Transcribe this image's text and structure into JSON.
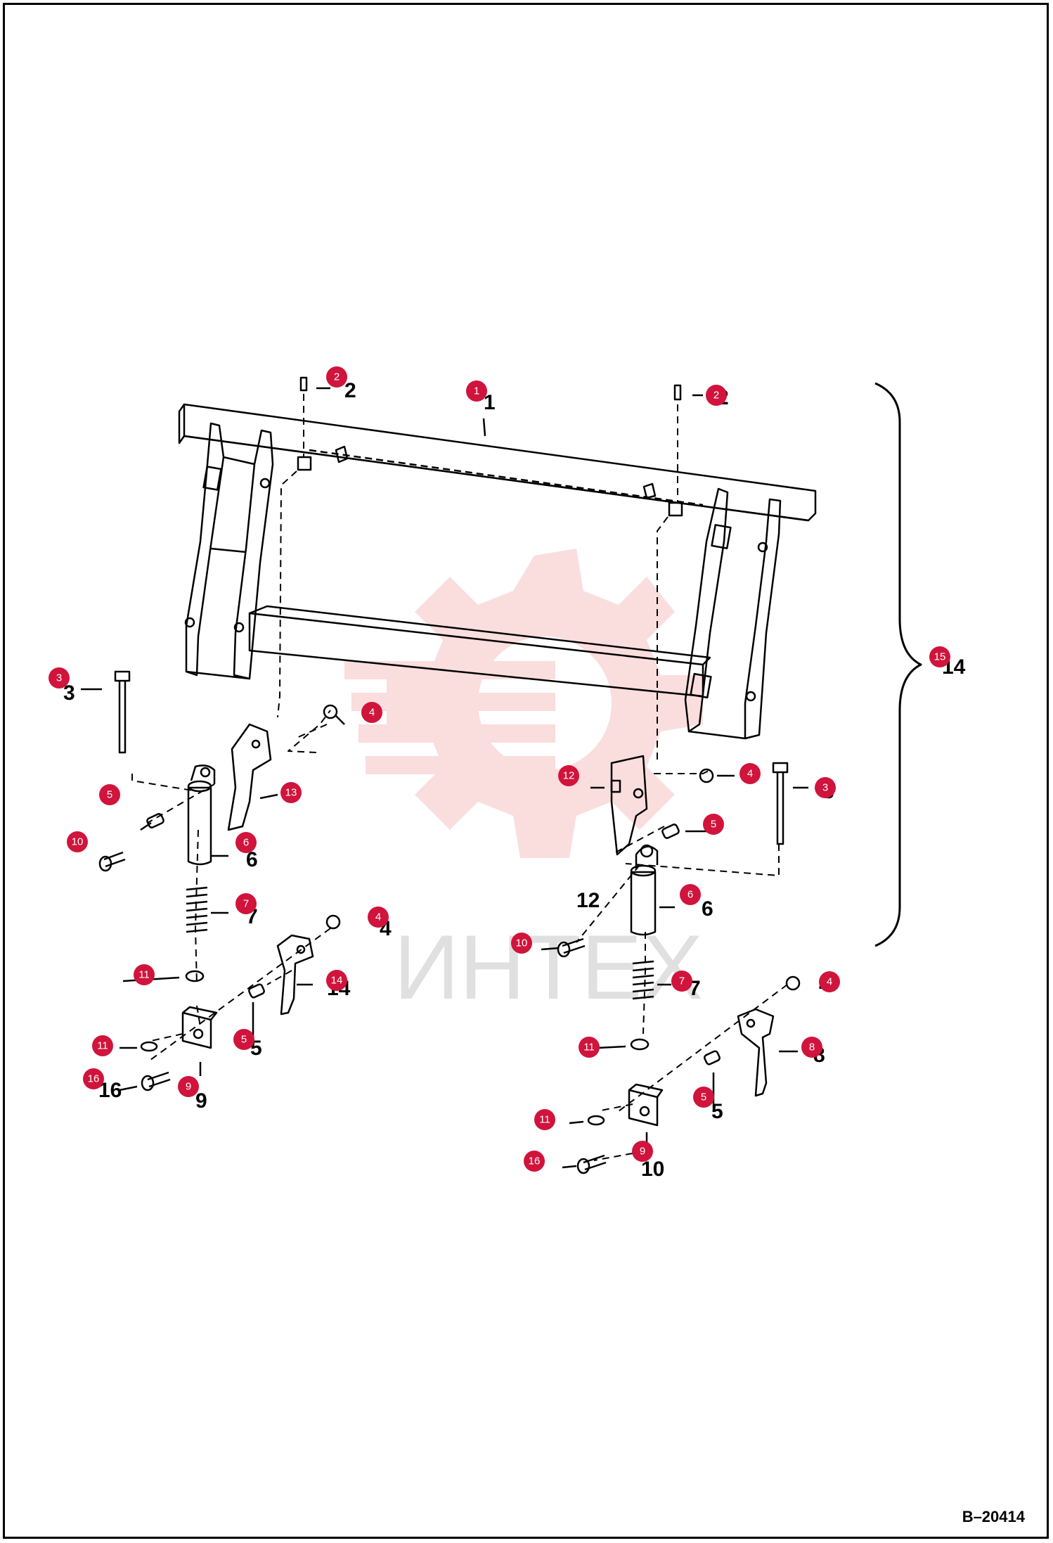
{
  "watermark": {
    "text": "ИНТЕХ",
    "color": "#f2a0a0"
  },
  "accent_color": "#d0143c",
  "reference_code": "B–20414",
  "callouts": [
    {
      "id": "c1",
      "num": "1"
    },
    {
      "id": "c2a",
      "num": "2"
    },
    {
      "id": "c2b",
      "num": "2"
    },
    {
      "id": "c3a",
      "num": "3"
    },
    {
      "id": "c3b",
      "num": "3"
    },
    {
      "id": "c4a",
      "num": "4"
    },
    {
      "id": "c4b",
      "num": "4"
    },
    {
      "id": "c4c",
      "num": "4"
    },
    {
      "id": "c4d",
      "num": "4"
    },
    {
      "id": "c5a",
      "num": "5"
    },
    {
      "id": "c5b",
      "num": "5"
    },
    {
      "id": "c5c",
      "num": "5"
    },
    {
      "id": "c5d",
      "num": "5"
    },
    {
      "id": "c6a",
      "num": "6"
    },
    {
      "id": "c6b",
      "num": "6"
    },
    {
      "id": "c7a",
      "num": "7"
    },
    {
      "id": "c7b",
      "num": "7"
    },
    {
      "id": "c8",
      "num": "8"
    },
    {
      "id": "c9a",
      "num": "9"
    },
    {
      "id": "c9b",
      "num": "9"
    },
    {
      "id": "c10a",
      "num": "10"
    },
    {
      "id": "c10b",
      "num": "10"
    },
    {
      "id": "c11a",
      "num": "11"
    },
    {
      "id": "c11b",
      "num": "11"
    },
    {
      "id": "c11c",
      "num": "11"
    },
    {
      "id": "c11d",
      "num": "11"
    },
    {
      "id": "c12",
      "num": "12"
    },
    {
      "id": "c13",
      "num": "13"
    },
    {
      "id": "c14",
      "num": "14"
    },
    {
      "id": "c15",
      "num": "15"
    },
    {
      "id": "c16a",
      "num": "16"
    },
    {
      "id": "c16b",
      "num": "16"
    }
  ]
}
